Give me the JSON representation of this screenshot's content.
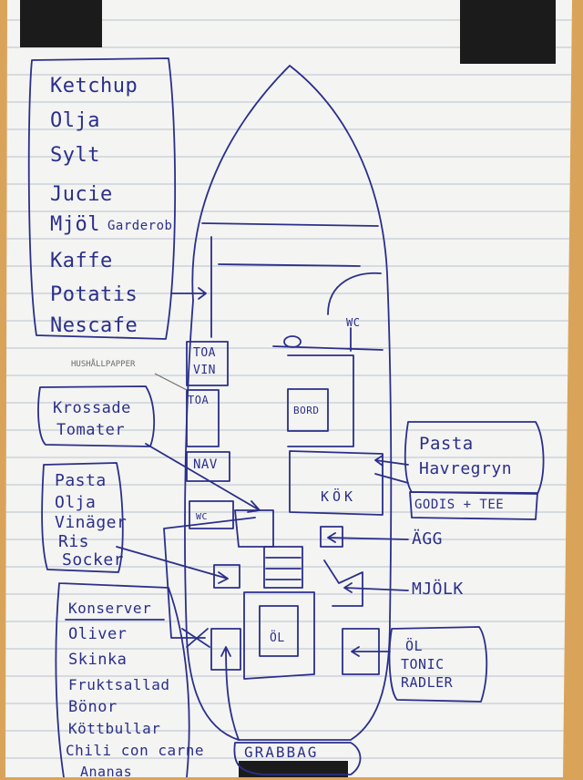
{
  "colors": {
    "paper": "#f4f4f2",
    "rule": "#b9c2cf",
    "ink": "#2b2f8a",
    "pencil": "#6b6b6b",
    "tape": "#1b1b1b",
    "wood": "#d9a45a"
  },
  "storage_left": [
    "Ketchup",
    "Olja",
    "Sylt",
    "Jucie",
    "Mjöl",
    "Kaffe",
    "Potatis",
    "Nescafe"
  ],
  "garderob": "Garderob",
  "pencil_note": "HUSHÅLLPAPPER",
  "krossade": [
    "Krossade",
    "Tomater"
  ],
  "pantry_left": [
    "Pasta",
    "Olja",
    "Vinäger",
    "Ris",
    "Socker"
  ],
  "konserver_title": "Konserver",
  "konserver": [
    "Oliver",
    "Skinka",
    "Fruktsallad",
    "Bönor",
    "Köttbullar",
    "Chili con carne",
    "Ananas"
  ],
  "boat": {
    "toa_vin": [
      "TOA",
      "VIN"
    ],
    "toa": "TOA",
    "nav": "NAV",
    "wc_left": "WC",
    "wc_right": "WC",
    "bord": "BORD",
    "kok": "KÖK",
    "ol": "ÖL"
  },
  "pasta_box": [
    "Pasta",
    "Havregryn"
  ],
  "godis": "GODIS + TEE",
  "agg": "ÄGG",
  "mjolk": "MJÖLK",
  "ol_box": [
    "ÖL",
    "TONIC",
    "RADLER"
  ],
  "grabbag": "GRABBAG"
}
